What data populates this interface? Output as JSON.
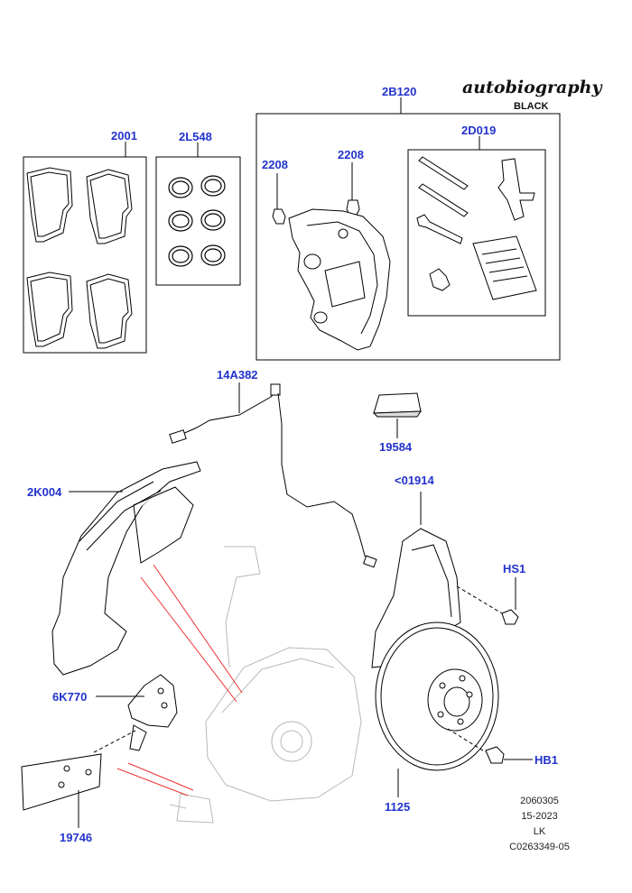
{
  "branding": {
    "script_text": "autobiography",
    "sub_text": "BLACK"
  },
  "callouts": {
    "c2001": "2001",
    "c2L548": "2L548",
    "c2B120": "2B120",
    "c2D019": "2D019",
    "c2208_left": "2208",
    "c2208_right": "2208",
    "c14A382": "14A382",
    "c19584": "19584",
    "c2K004": "2K004",
    "c01914": "<01914",
    "cHS1": "HS1",
    "c6K770": "6K770",
    "cHB1": "HB1",
    "c1125": "1125",
    "c19746": "19746"
  },
  "footer": {
    "line1": "2060305",
    "line2": "15-2023",
    "line3": "LK",
    "line4": "C0263349-05"
  },
  "colors": {
    "callout": "#2233cc",
    "leader": "#000000",
    "highlight": "#ee3333",
    "faded_part": "#b8b8b8"
  }
}
